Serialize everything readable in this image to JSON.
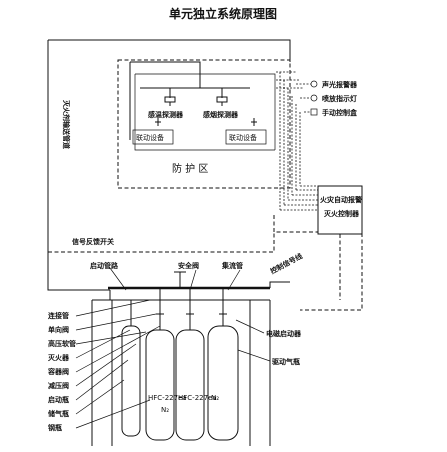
{
  "title": "单元独立系统原理图",
  "protection_zone": {
    "label": "防 护 区",
    "detector_1": "感温探测器",
    "detector_2": "感烟探测器",
    "linkage_1": "联动设备",
    "linkage_2": "联动设备"
  },
  "alarm_devices": [
    "声光报警器",
    "喷放指示灯",
    "手动控制盒"
  ],
  "controller": {
    "line1": "火灾自动报警",
    "line2": "灭火控制器"
  },
  "pipe_vertical_label": "灭火剂输送管道",
  "pipe_labels": {
    "pressure_switch": "信号反馈开关",
    "start_pipe": "启动管路",
    "safety_valve": "安全阀",
    "collector_pipe": "集流管",
    "signal_line": "控制信号线"
  },
  "left_labels": [
    "连接管",
    "单向阀",
    "高压软管",
    "灭火器",
    "容器阀",
    "减压阀",
    "启动瓶",
    "储气瓶",
    "钢瓶"
  ],
  "right_labels": [
    "电磁启动器",
    "驱动气瓶"
  ],
  "cylinder_labels": {
    "agent_1": "HFC-227ea",
    "gas_1": "N₂",
    "agent_2": "HFC-227ea",
    "gas_2": "N₂"
  }
}
